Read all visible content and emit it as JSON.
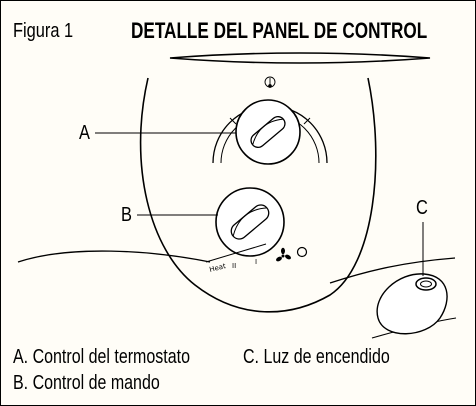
{
  "figure": {
    "label": "Figura 1",
    "title": "DETALLE DEL PANEL DE CONTROL"
  },
  "callouts": {
    "a": "A",
    "b": "B",
    "c": "C"
  },
  "panel": {
    "heat_label": "Heat",
    "setting_high": "II",
    "setting_low": "I"
  },
  "legend": {
    "a": "A. Control del termostato",
    "b": "B. Control de mando",
    "c": "C. Luz de encendido"
  },
  "icons": [
    "thermometer-icon",
    "fan-icon"
  ]
}
